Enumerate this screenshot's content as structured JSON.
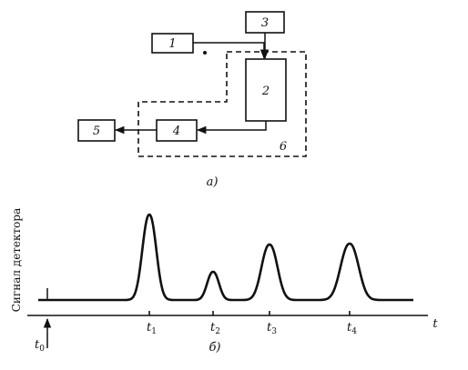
{
  "diagram": {
    "blocks": [
      {
        "id": "1",
        "label": "1"
      },
      {
        "id": "2",
        "label": "2"
      },
      {
        "id": "3",
        "label": "3"
      },
      {
        "id": "4",
        "label": "4"
      },
      {
        "id": "5",
        "label": "5"
      }
    ],
    "region_label": "6",
    "caption": "а)"
  },
  "chart": {
    "ylabel": "Сигнал детектора",
    "xlabel": "t",
    "origin_label": "t",
    "origin_sub": "0",
    "ticks": [
      {
        "main": "t",
        "sub": "1"
      },
      {
        "main": "t",
        "sub": "2"
      },
      {
        "main": "t",
        "sub": "3"
      },
      {
        "main": "t",
        "sub": "4"
      }
    ],
    "caption": "б)"
  },
  "chart_data": {
    "type": "line",
    "title": "",
    "xlabel": "t",
    "ylabel": "Сигнал детектора",
    "peaks": [
      {
        "label": "t1",
        "relative_height": 1.0,
        "relative_width": 1.0
      },
      {
        "label": "t2",
        "relative_height": 0.33,
        "relative_width": 0.85
      },
      {
        "label": "t3",
        "relative_height": 0.65,
        "relative_width": 1.15
      },
      {
        "label": "t4",
        "relative_height": 0.66,
        "relative_width": 1.3
      }
    ],
    "grid": false
  }
}
